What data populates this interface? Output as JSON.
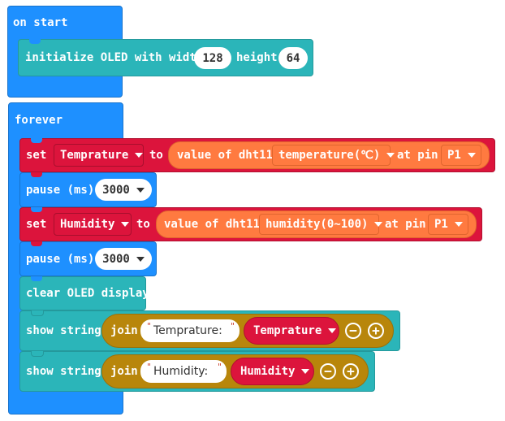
{
  "colors": {
    "event_blue": "#1e90ff",
    "oled_teal": "#2bb5b9",
    "variable_red": "#dc143c",
    "sensor_orange": "#ff7a40",
    "text_gold": "#b8860b",
    "basic_blue": "#1e90ff"
  },
  "on_start": {
    "label": "on start",
    "init_oled": {
      "label_prefix": "initialize OLED with width",
      "width": "128",
      "label_middle": "height",
      "height": "64"
    }
  },
  "forever": {
    "label": "forever",
    "set1": {
      "set_label": "set",
      "variable": "Temprature",
      "to_label": "to",
      "value_label": "value of dht11",
      "measure": "temperature(℃)",
      "at_pin_label": "at pin",
      "pin": "P1"
    },
    "pause1": {
      "label": "pause (ms)",
      "value": "3000"
    },
    "set2": {
      "set_label": "set",
      "variable": "Humidity",
      "to_label": "to",
      "value_label": "value of dht11",
      "measure": "humidity(0~100)",
      "at_pin_label": "at pin",
      "pin": "P1"
    },
    "pause2": {
      "label": "pause (ms)",
      "value": "3000"
    },
    "clear": {
      "label": "clear OLED display"
    },
    "show1": {
      "label": "show string",
      "join_label": "join",
      "text": "Temprature:",
      "variable": "Temprature",
      "minus": "−",
      "plus": "+"
    },
    "show2": {
      "label": "show string",
      "join_label": "join",
      "text": "Humidity:",
      "variable": "Humidity",
      "minus": "−",
      "plus": "+"
    }
  }
}
